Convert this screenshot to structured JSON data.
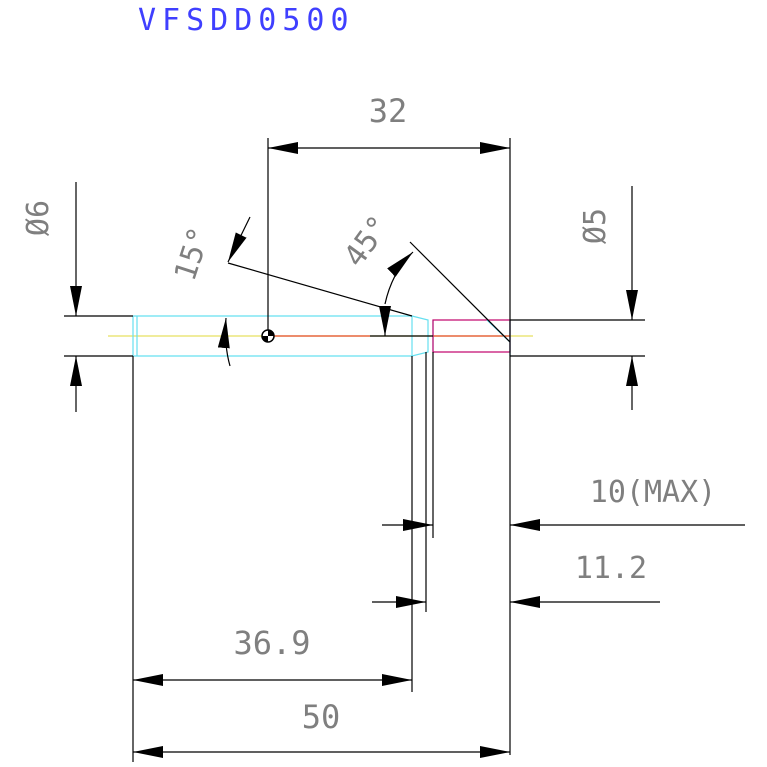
{
  "title": "VFSDD0500",
  "dimensions": {
    "length_32": "32",
    "dia_6": "Ø6",
    "dia_5": "Ø5",
    "angle_15": "15°",
    "angle_45": "45°",
    "length_10max": "10(MAX)",
    "length_11_2": "11.2",
    "length_36_9": "36.9",
    "length_50": "50"
  },
  "colors": {
    "background": "#ffffff",
    "line": "#000000",
    "dim_text": "#7f7f7f",
    "title": "#3f3fff",
    "body_outline": "#66e0f0",
    "tip_outline": "#c0006a",
    "centerline": "#e8e060",
    "tip_centerline": "#e02000",
    "tip_chamfer": "#40c8e8"
  }
}
